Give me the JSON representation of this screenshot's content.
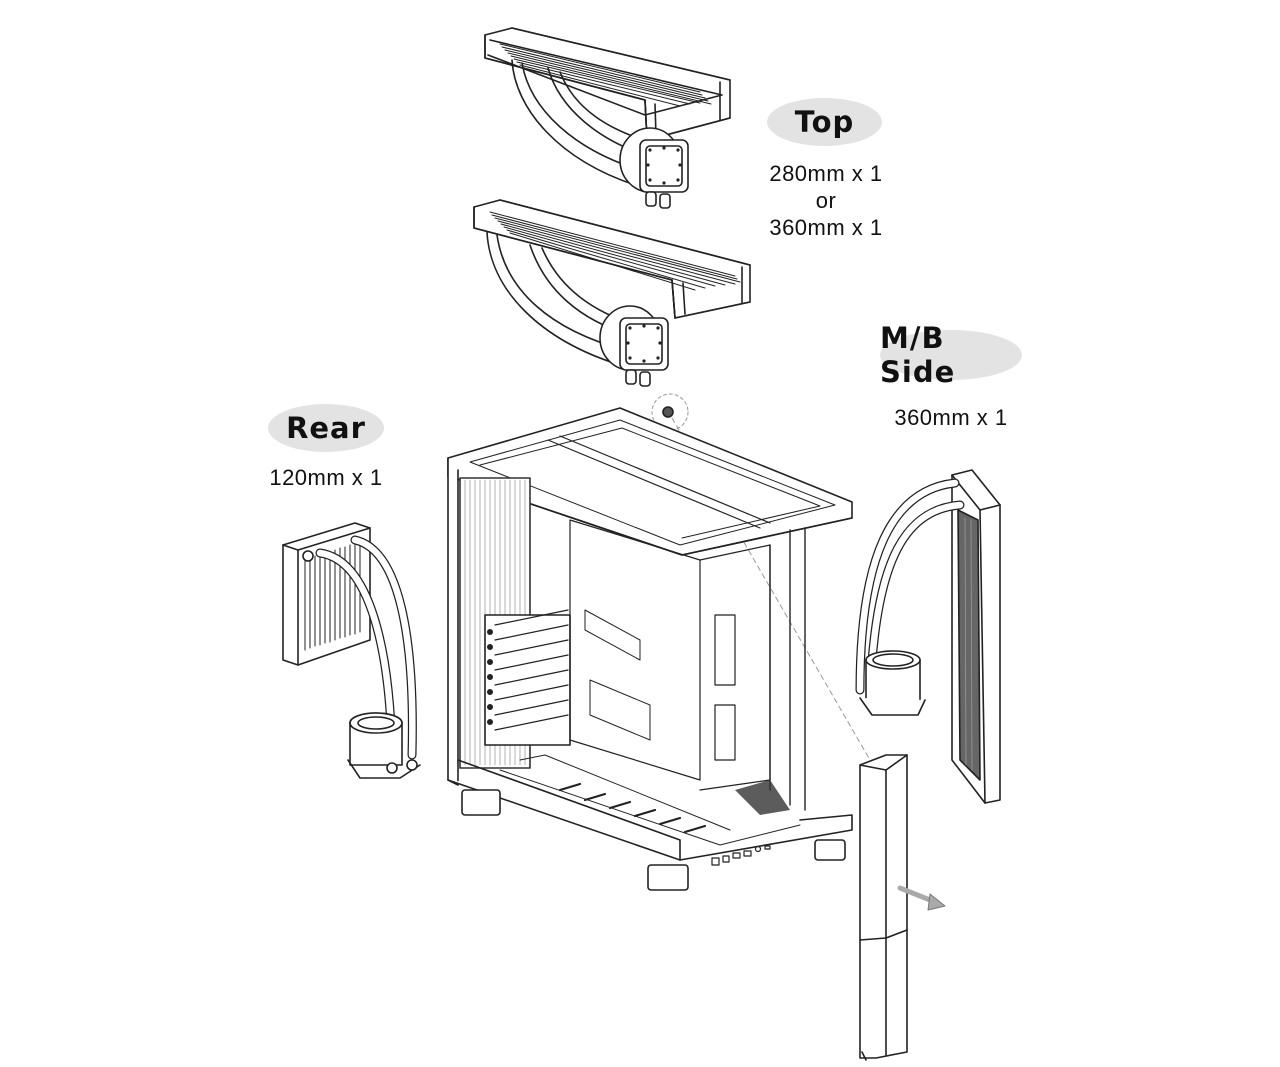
{
  "diagram": {
    "subject": "PC case liquid cooling radiator support",
    "colors": {
      "badge_fill": "#e3e3e3",
      "line": "#222222",
      "text": "#111111"
    },
    "labels": {
      "top": {
        "title": "Top",
        "specs": [
          "280mm x 1",
          "or",
          "360mm x 1"
        ]
      },
      "mb_side": {
        "title": "M/B Side",
        "specs": [
          "360mm x 1"
        ]
      },
      "rear": {
        "title": "Rear",
        "specs": [
          "120mm x 1"
        ]
      }
    },
    "components": [
      {
        "id": "top-radiator-280",
        "label": "280mm radiator with pump"
      },
      {
        "id": "top-radiator-360",
        "label": "360mm radiator with pump"
      },
      {
        "id": "rear-radiator-120",
        "label": "120mm radiator with pump"
      },
      {
        "id": "side-radiator-360",
        "label": "360mm vertical radiator with pump"
      },
      {
        "id": "chassis",
        "label": "PC case chassis"
      },
      {
        "id": "front-pillar",
        "label": "Removable front pillar"
      }
    ]
  }
}
